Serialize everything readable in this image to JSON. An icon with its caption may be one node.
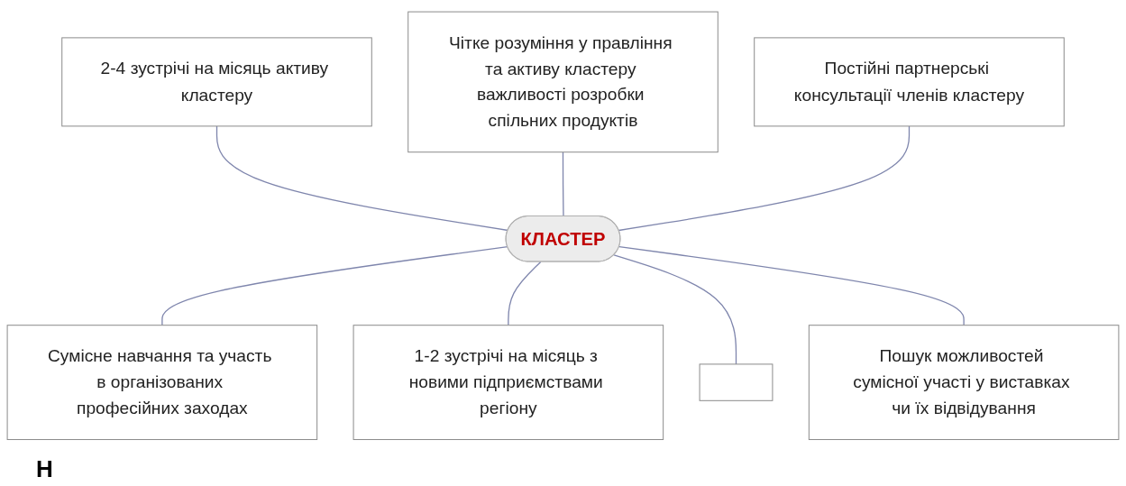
{
  "diagram": {
    "nodes": [
      {
        "text": [
          "2-4 зустрічі на місяць активу кластеру"
        ]
      },
      {
        "text": [
          "Чітке розуміння у правління та активу кластеру важливості розробки спільних продуктів"
        ]
      },
      {
        "text": [
          "Постійні партнерські консультації членів кластеру"
        ]
      },
      {
        "text": [
          "КЛАСТЕР"
        ]
      },
      {
        "text": [
          "Сумісне навчання та участь в організованих професійних заходах"
        ]
      },
      {
        "text": [
          "1-2 зустрічі на місяць з новими підприємствами регіону"
        ]
      },
      {
        "text": [],
        "shape": "box"
      },
      {
        "text": [
          "Пошук можливостей сумісної участі у виставках чи їх відвідування"
        ]
      }
    ],
    "edges": [
      {
        "from": 0,
        "to": 3,
        "arrow": "none"
      },
      {
        "from": 1,
        "to": 3,
        "arrow": "none"
      },
      {
        "from": 2,
        "to": 3,
        "arrow": "none"
      },
      {
        "from": 3,
        "to": 4,
        "arrow": "none"
      },
      {
        "from": 3,
        "to": 5,
        "arrow": "none"
      },
      {
        "from": 3,
        "to": 6,
        "arrow": "none"
      },
      {
        "from": 3,
        "to": 7,
        "arrow": "none"
      }
    ],
    "labels": [
      "Н"
    ]
  }
}
